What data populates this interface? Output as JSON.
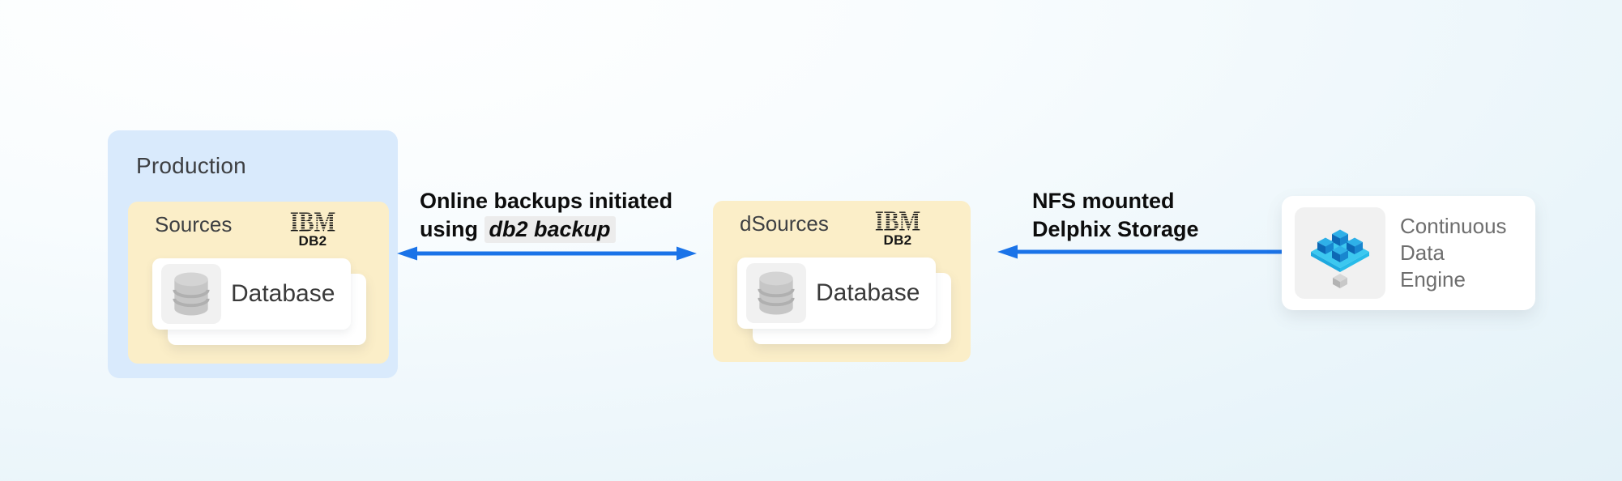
{
  "colors": {
    "arrow_blue": "#1a73e8",
    "production_bg": "#d9eafc",
    "sources_bg": "#fbeec8",
    "card_bg": "#ffffff",
    "icon_tile_bg": "#f1f1f1",
    "code_highlight_bg": "#ececec",
    "background_start": "#ffffff",
    "background_end": "#e3f1f8"
  },
  "production": {
    "title": "Production",
    "sources": {
      "title": "Sources",
      "vendor": {
        "logo": "IBM",
        "product": "DB2"
      },
      "database": {
        "label": "Database"
      }
    }
  },
  "dsources": {
    "title": "dSources",
    "vendor": {
      "logo": "IBM",
      "product": "DB2"
    },
    "database": {
      "label": "Database"
    }
  },
  "flows": {
    "backup": {
      "line1": "Online backups initiated",
      "line2_prefix": "using ",
      "command": "db2 backup",
      "direction": "bidirectional"
    },
    "nfs": {
      "line1": "NFS mounted",
      "line2": "Delphix Storage",
      "direction": "right-to-left"
    }
  },
  "engine": {
    "label_lines": [
      "Continuous",
      "Data",
      "Engine"
    ]
  }
}
